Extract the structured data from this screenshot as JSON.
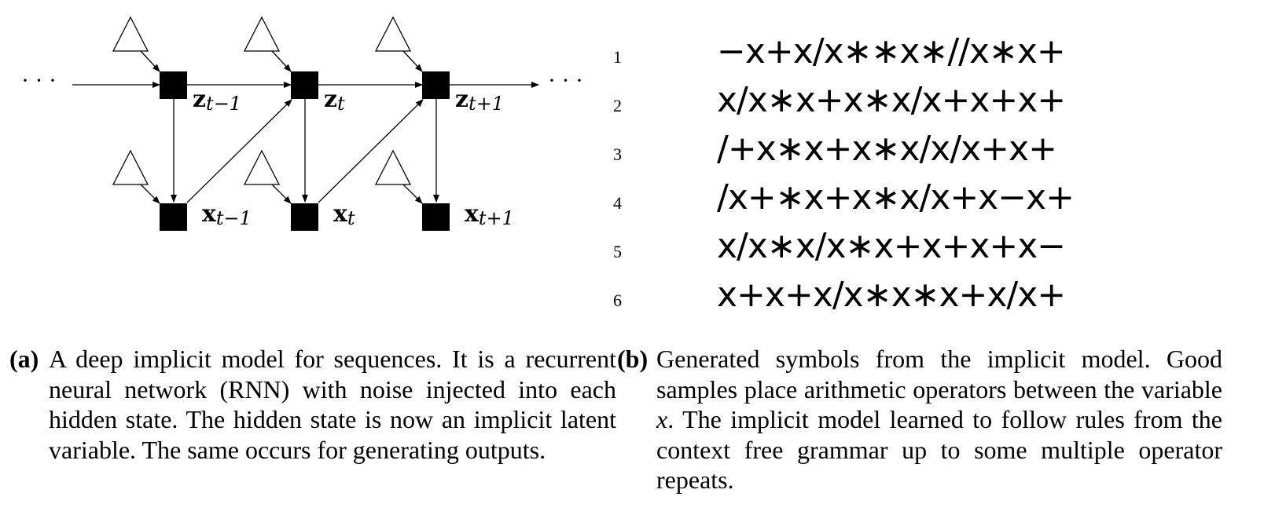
{
  "diagram": {
    "leading_dots": "· · ·",
    "trailing_dots": "· · ·",
    "hidden_nodes": [
      {
        "base": "z",
        "sub": "t−1"
      },
      {
        "base": "z",
        "sub": "t"
      },
      {
        "base": "z",
        "sub": "t+1"
      }
    ],
    "output_nodes": [
      {
        "base": "x",
        "sub": "t−1"
      },
      {
        "base": "x",
        "sub": "t"
      },
      {
        "base": "x",
        "sub": "t+1"
      }
    ]
  },
  "samples": [
    {
      "num": "1",
      "text": "−x+x/x∗∗x∗//x∗x+"
    },
    {
      "num": "2",
      "text": "x/x∗x+x∗x/x+x+x+"
    },
    {
      "num": "3",
      "text": "/+x∗x+x∗x/x/x+x+"
    },
    {
      "num": "4",
      "text": "/x+∗x+x∗x/x+x−x+"
    },
    {
      "num": "5",
      "text": "x/x∗x/x∗x+x+x+x−"
    },
    {
      "num": "6",
      "text": "x+x+x/x∗x∗x+x/x+"
    }
  ],
  "captions": {
    "a": {
      "label": "(a)",
      "text": "A deep implicit model for sequences. It is a recurrent neural network (RNN) with noise injected into each hidden state. The hidden state is now an implicit latent variable. The same occurs for generating outputs."
    },
    "b": {
      "label": "(b)",
      "text_before": "Generated symbols from the implicit model. Good samples place arithmetic operators between the variable ",
      "variable": "x",
      "text_after": ". The implicit model learned to follow rules from the context free grammar up to some multiple operator repeats."
    }
  }
}
